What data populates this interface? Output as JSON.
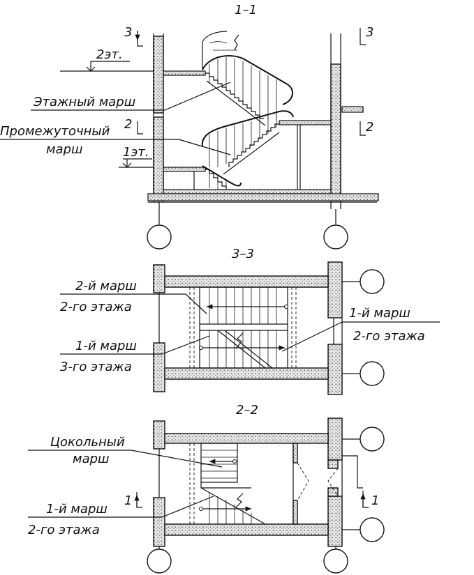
{
  "sections": {
    "s11": {
      "title": "1–1"
    },
    "s33": {
      "title": "3–3"
    },
    "s22": {
      "title": "2–2"
    }
  },
  "section_marks": {
    "m3_left": "3",
    "m3_right": "3",
    "m2_left": "2",
    "m2_right": "2",
    "m1_left": "1",
    "m1_right": "1"
  },
  "levels": {
    "floor2": "2эт.",
    "floor1": "1эт."
  },
  "labels": {
    "floor_flight": "Этажный марш",
    "intermediate_1": "Промежуточный",
    "intermediate_2": "марш",
    "flight2_floor2_a": "2-й марш",
    "flight2_floor2_b": "2-го этажа",
    "flight1_floor3_a": "1-й марш",
    "flight1_floor3_b": "3-го этажа",
    "flight1_floor2_a": "1-й марш",
    "flight1_floor2_b": "2-го этажа",
    "basement_a": "Цокольный",
    "basement_b": "марш",
    "flight1_floor2_c": "1-й марш",
    "flight1_floor2_d": "2-го этажа"
  }
}
